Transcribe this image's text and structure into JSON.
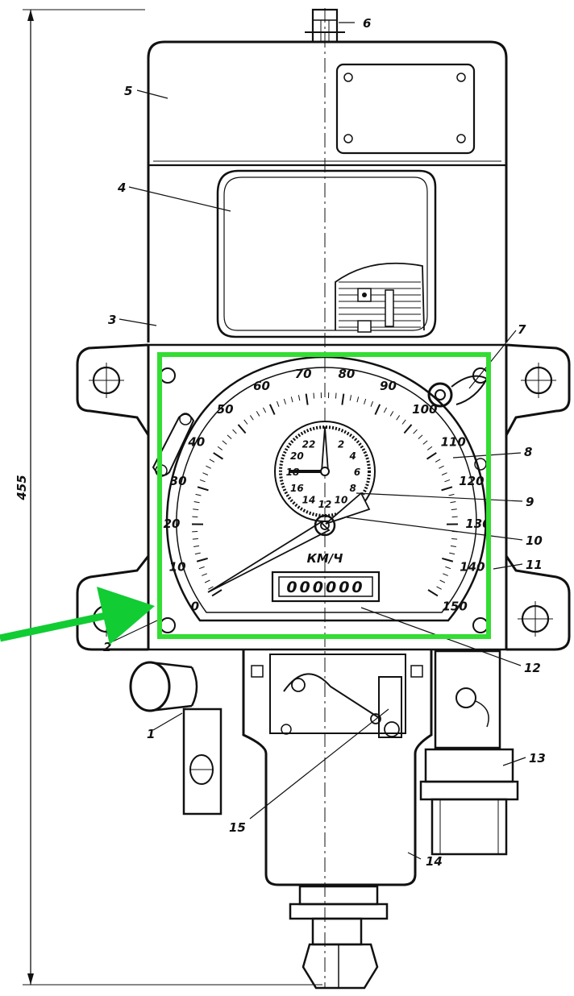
{
  "dimension": {
    "value": "455"
  },
  "callouts": [
    "1",
    "2",
    "3",
    "4",
    "5",
    "6",
    "7",
    "8",
    "9",
    "10",
    "11",
    "12",
    "13",
    "14",
    "15"
  ],
  "speed_scale": [
    "0",
    "10",
    "20",
    "30",
    "40",
    "50",
    "60",
    "70",
    "80",
    "90",
    "100",
    "110",
    "120",
    "130",
    "140",
    "150"
  ],
  "speed_unit": "КМ/Ч",
  "clock_dial": [
    "2",
    "4",
    "6",
    "8",
    "10",
    "12",
    "14",
    "16",
    "18",
    "20",
    "22"
  ],
  "odometer": "000000",
  "highlight": {
    "box_color": "#33dd33",
    "arrow_color": "#11cc33"
  }
}
